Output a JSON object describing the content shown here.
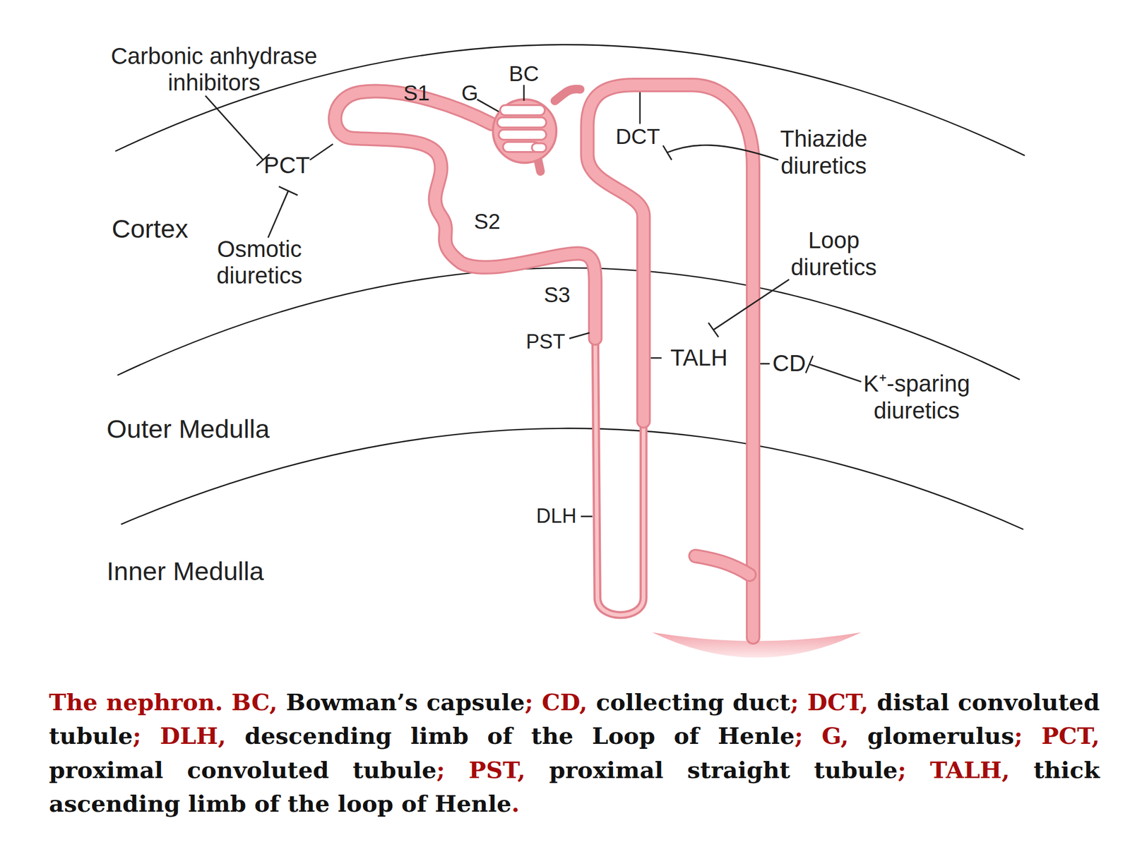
{
  "diagram": {
    "caption": "The nephron. BC, Bowman’s capsule; CD, collecting duct; DCT, distal convoluted tubule; DLH, descending limb of the Loop of Henle; G, glomerulus; PCT, proximal convoluted tubule; PST, proximal straight tubule; TALH, thick ascending limb of the loop of Henle.",
    "labels": [
      "Carbonic anhydrase inhibitors",
      "S1",
      "G",
      "BC",
      "PCT",
      "DCT",
      "Thiazide diuretics",
      "Cortex",
      "S2",
      "Osmotic diuretics",
      "Loop diuretics",
      "S3",
      "PST",
      "TALH",
      "CD",
      "K⁺-sparing diuretics",
      "Outer Medulla",
      "DLH",
      "Inner Medulla"
    ]
  }
}
